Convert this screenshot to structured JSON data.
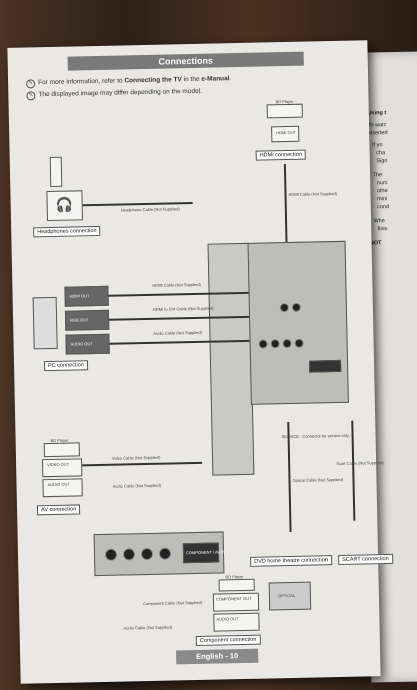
{
  "header": {
    "title": "Connections"
  },
  "notes": {
    "n1_pre": "For more information, refer to ",
    "n1_bold": "Connecting the TV",
    "n1_mid": " in the ",
    "n1_bold2": "e-Manual",
    "n1_post": ".",
    "n2": "The displayed image may differ depending on the model."
  },
  "labels": {
    "bd_player_top": "BD Player",
    "hdmi_out": "HDMI OUT",
    "hdmi_connection": "HDMI connection",
    "headphones_connection": "Headphones connection",
    "headphones_cable": "Headphone Cable (Not Supplied)",
    "hdmi_cable": "HDMI Cable (Not Supplied)",
    "pc_hdmi_out": "HDMI OUT",
    "pc_rgb_out": "RGB OUT",
    "pc_audio_out": "AUDIO OUT",
    "pc_connection": "PC connection",
    "hdmi_cable_pc": "HDMI Cable (Not Supplied)",
    "hdmi_dvi_cable": "HDMI to DVI Cable (Not Supplied)",
    "audio_cable_pc": "Audio Cable (Not Supplied)",
    "service_note": "SERVICE : Connector for service only.",
    "av_bd_player": "BD Player",
    "av_video_out": "VIDEO OUT",
    "av_audio_out": "AUDIO OUT",
    "av_connection": "AV connection",
    "video_cable": "Video Cable (Not Supplied)",
    "audio_cable_av": "Audio Cable (Not Supplied)",
    "component_in": "COMPONENT / AV IN",
    "optical_cable": "Optical Cable (Not Supplied)",
    "scart_cable": "Scart Cable (Not Supplied)",
    "dvd_connection": "DVD home theatre connection",
    "scart_connection": "SCART connection",
    "comp_bd_player": "BD Player",
    "comp_out": "COMPONENT OUT",
    "comp_audio_out": "AUDIO OUT",
    "component_cable": "Component Cable (Not Supplied)",
    "audio_cable_comp": "Audio Cable (Not Supplied)",
    "optical": "OPTICAL",
    "component_connection": "Component connection"
  },
  "footer": {
    "page": "English - 10"
  },
  "right_page": {
    "heading": "Using t",
    "line1": "To watc",
    "line2": "inserted",
    "b1": "If yo",
    "b1b": "cha",
    "b1c": "Sign",
    "b2": "The",
    "b2b": "num",
    "b2c": "othe",
    "b2d": "mini",
    "b2e": "cond",
    "b3": "Whe",
    "b3b": "finis",
    "notes": "NOT"
  },
  "colors": {
    "page": "#eae8e4",
    "header": "#7a7a7a",
    "table": "#3a2a1e"
  }
}
